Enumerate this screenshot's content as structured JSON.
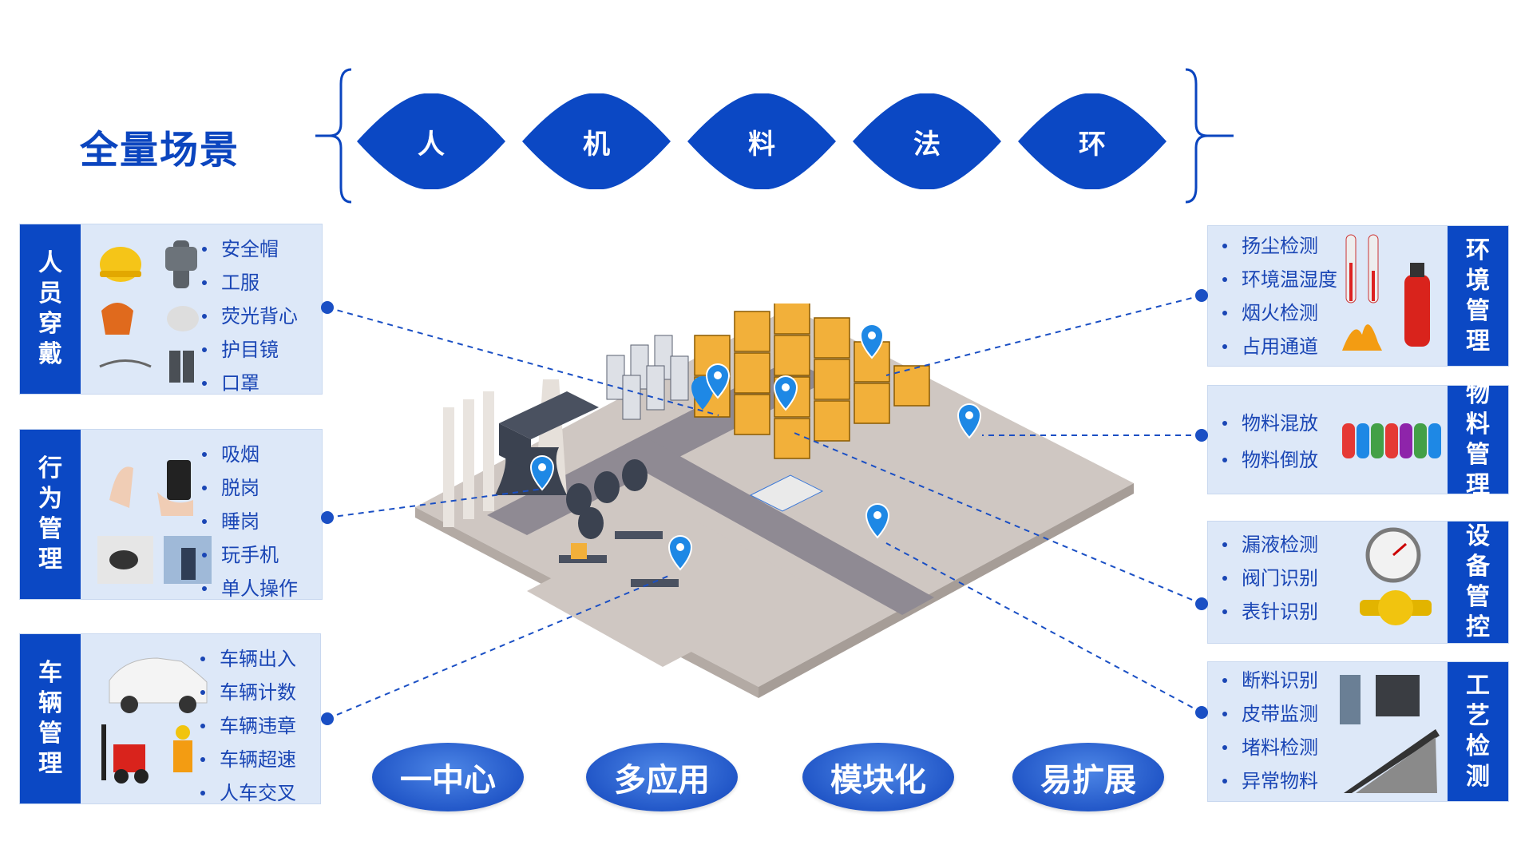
{
  "title": "全量场景",
  "factors": [
    "人",
    "机",
    "料",
    "法",
    "环"
  ],
  "left_panels": [
    {
      "tab": [
        "人",
        "员",
        "穿",
        "戴"
      ],
      "items": [
        "安全帽",
        "工服",
        "荧光背心",
        "护目镜",
        "口罩"
      ]
    },
    {
      "tab": [
        "行",
        "为",
        "管",
        "理"
      ],
      "items": [
        "吸烟",
        "脱岗",
        "睡岗",
        "玩手机",
        "单人操作"
      ]
    },
    {
      "tab": [
        "车",
        "辆",
        "管",
        "理"
      ],
      "items": [
        "车辆出入",
        "车辆计数",
        "车辆违章",
        "车辆超速",
        "人车交叉"
      ]
    }
  ],
  "right_panels": [
    {
      "tab": [
        "环",
        "境",
        "管",
        "理"
      ],
      "items": [
        "扬尘检测",
        "环境温湿度",
        "烟火检测",
        "占用通道"
      ]
    },
    {
      "tab": [
        "物",
        "料",
        "管",
        "理"
      ],
      "items": [
        "物料混放",
        "物料倒放"
      ]
    },
    {
      "tab": [
        "设",
        "备",
        "管",
        "控"
      ],
      "items": [
        "漏液检测",
        "阀门识别",
        "表针识别"
      ]
    },
    {
      "tab": [
        "工",
        "艺",
        "检",
        "测"
      ],
      "items": [
        "断料识别",
        "皮带监测",
        "堵料检测",
        "异常物料"
      ]
    }
  ],
  "features": [
    "一中心",
    "多应用",
    "模块化",
    "易扩展"
  ],
  "colors": {
    "primary": "#0b48c4",
    "panel_bg": "#dde8f8",
    "marker": "#1e88e5"
  }
}
